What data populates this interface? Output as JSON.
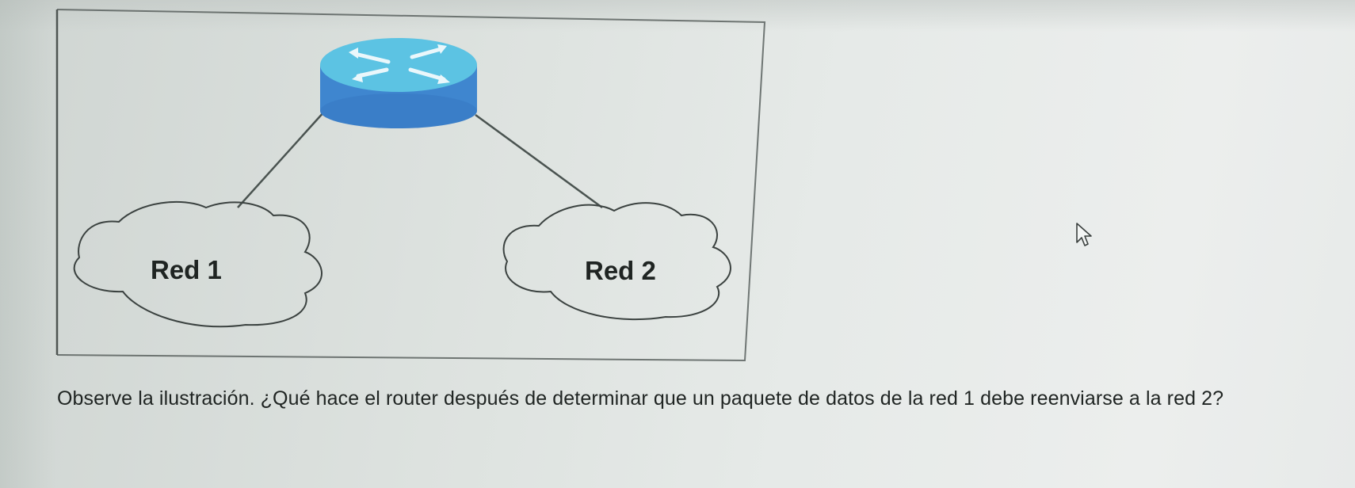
{
  "diagram": {
    "nodes": [
      {
        "id": "router",
        "label": ""
      },
      {
        "id": "net1",
        "label": "Red 1"
      },
      {
        "id": "net2",
        "label": "Red 2"
      }
    ],
    "links": [
      {
        "from": "router",
        "to": "net1"
      },
      {
        "from": "router",
        "to": "net2"
      }
    ]
  },
  "question": {
    "text": "Observe la ilustración. ¿Qué hace el router después de determinar que un paquete de datos de la red 1 debe reenviarse a la red 2?"
  },
  "colors": {
    "router_top": "#5cc3e3",
    "router_side": "#3f86cf",
    "line": "#4a5350",
    "text": "#1f2422"
  },
  "icons": {
    "router": "router-icon",
    "cursor": "mouse-pointer-icon"
  }
}
